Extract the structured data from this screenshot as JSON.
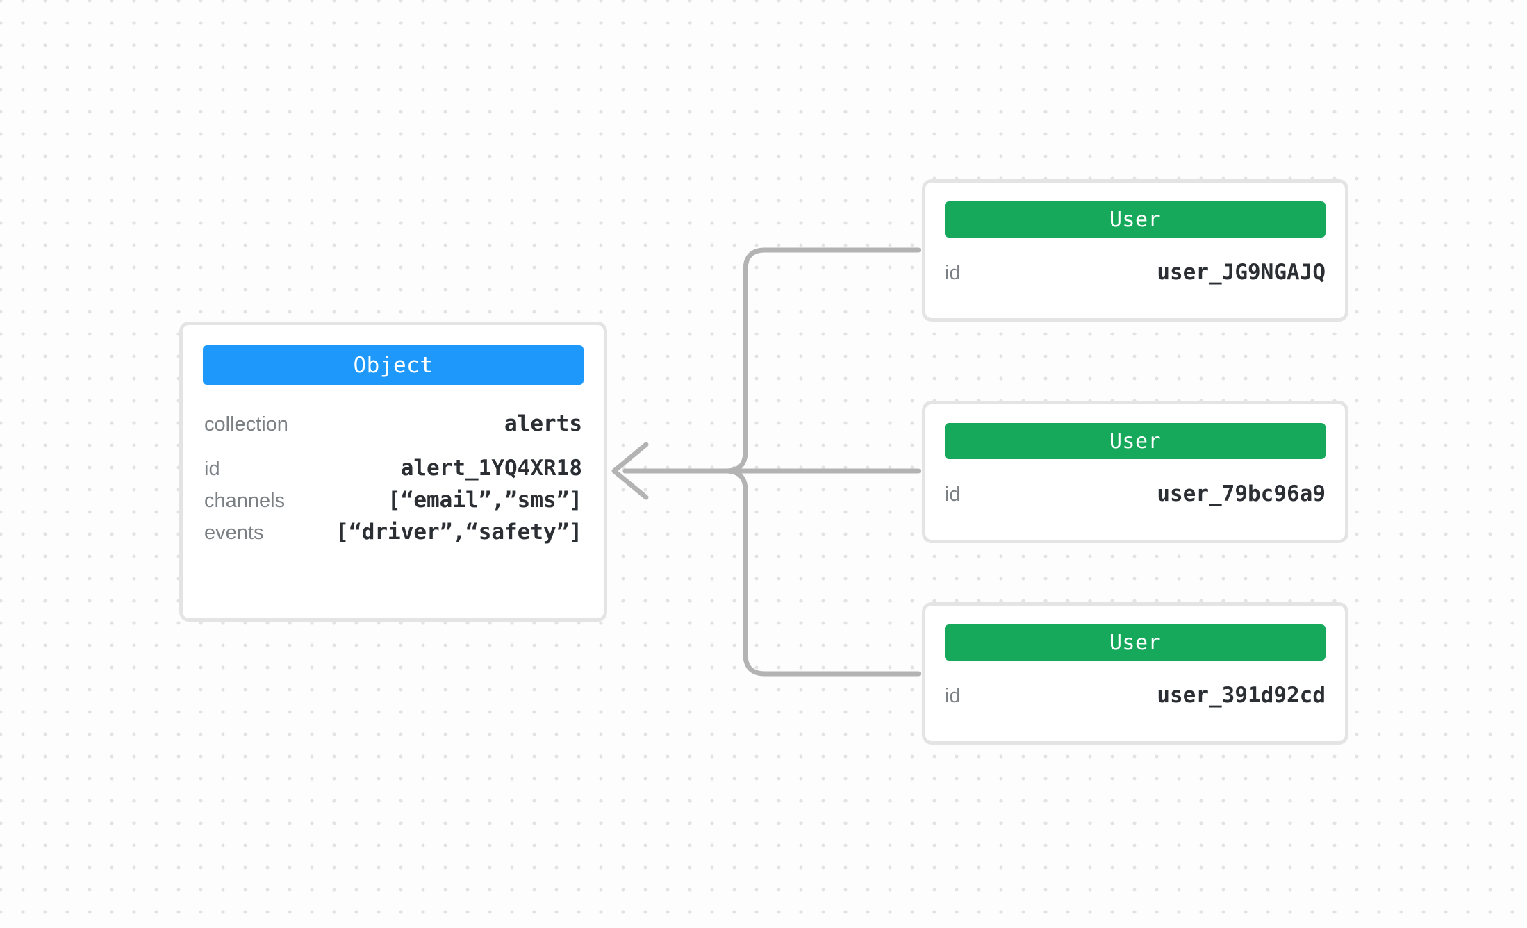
{
  "canvas": {
    "background": "#fdfdfd",
    "dot_color": "#e3e3e3",
    "edge_color": "#b3b3b3"
  },
  "object_node": {
    "header": {
      "label": "Object",
      "color": "#1e99fb"
    },
    "rows": [
      {
        "key": "collection",
        "value": "alerts"
      },
      {
        "key": "id",
        "value": "alert_1YQ4XR18"
      },
      {
        "key": "channels",
        "value": "[“email”,”sms”]"
      },
      {
        "key": "events",
        "value": "[“driver”,“safety”]"
      }
    ]
  },
  "user_nodes": [
    {
      "header": {
        "label": "User",
        "color": "#16a85b"
      },
      "rows": [
        {
          "key": "id",
          "value": "user_JG9NGAJQ"
        }
      ]
    },
    {
      "header": {
        "label": "User",
        "color": "#16a85b"
      },
      "rows": [
        {
          "key": "id",
          "value": "user_79bc96a9"
        }
      ]
    },
    {
      "header": {
        "label": "User",
        "color": "#16a85b"
      },
      "rows": [
        {
          "key": "id",
          "value": "user_391d92cd"
        }
      ]
    }
  ],
  "edges": [
    {
      "from": "user_nodes.0",
      "to": "object_node",
      "style": "orthogonal"
    },
    {
      "from": "user_nodes.1",
      "to": "object_node",
      "style": "orthogonal"
    },
    {
      "from": "user_nodes.2",
      "to": "object_node",
      "style": "orthogonal"
    }
  ]
}
